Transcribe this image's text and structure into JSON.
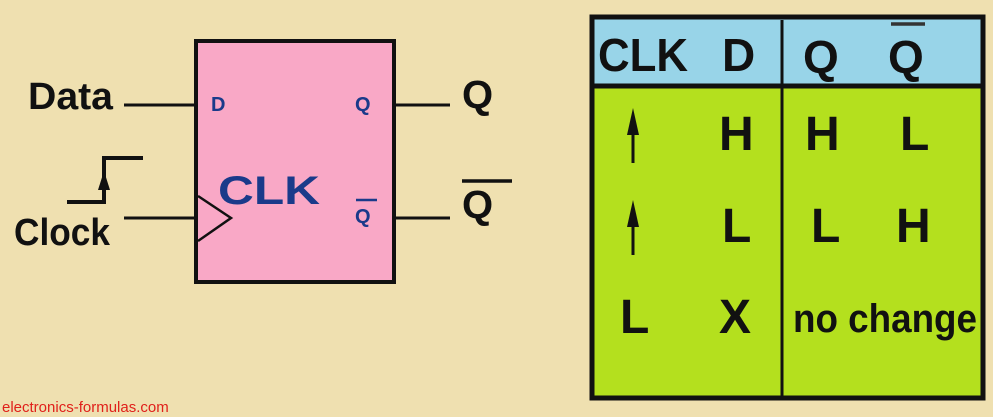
{
  "colors": {
    "background": "#efe0b0",
    "flipflop_body": "#f9a8c6",
    "table_header": "#98d4e8",
    "table_body": "#b4e01e",
    "pin_text": "#1a3a8a",
    "watermark": "#e0201a"
  },
  "symbol": {
    "inputs": {
      "data": "Data",
      "clock": "Clock"
    },
    "pins": {
      "d": "D",
      "clk": "CLK",
      "q": "Q",
      "q_bar": "Q"
    },
    "outputs": {
      "q": "Q",
      "q_bar": "Q"
    }
  },
  "truth_table": {
    "headers": [
      "CLK",
      "D",
      "Q",
      "Q"
    ],
    "rows": [
      {
        "clk": "rising-edge-arrow",
        "d": "H",
        "q": "H",
        "q_bar": "L"
      },
      {
        "clk": "rising-edge-arrow",
        "d": "L",
        "q": "L",
        "q_bar": "H"
      },
      {
        "clk": "L",
        "d": "X",
        "outputs": "no change"
      }
    ]
  },
  "watermark": "electronics-formulas.com"
}
